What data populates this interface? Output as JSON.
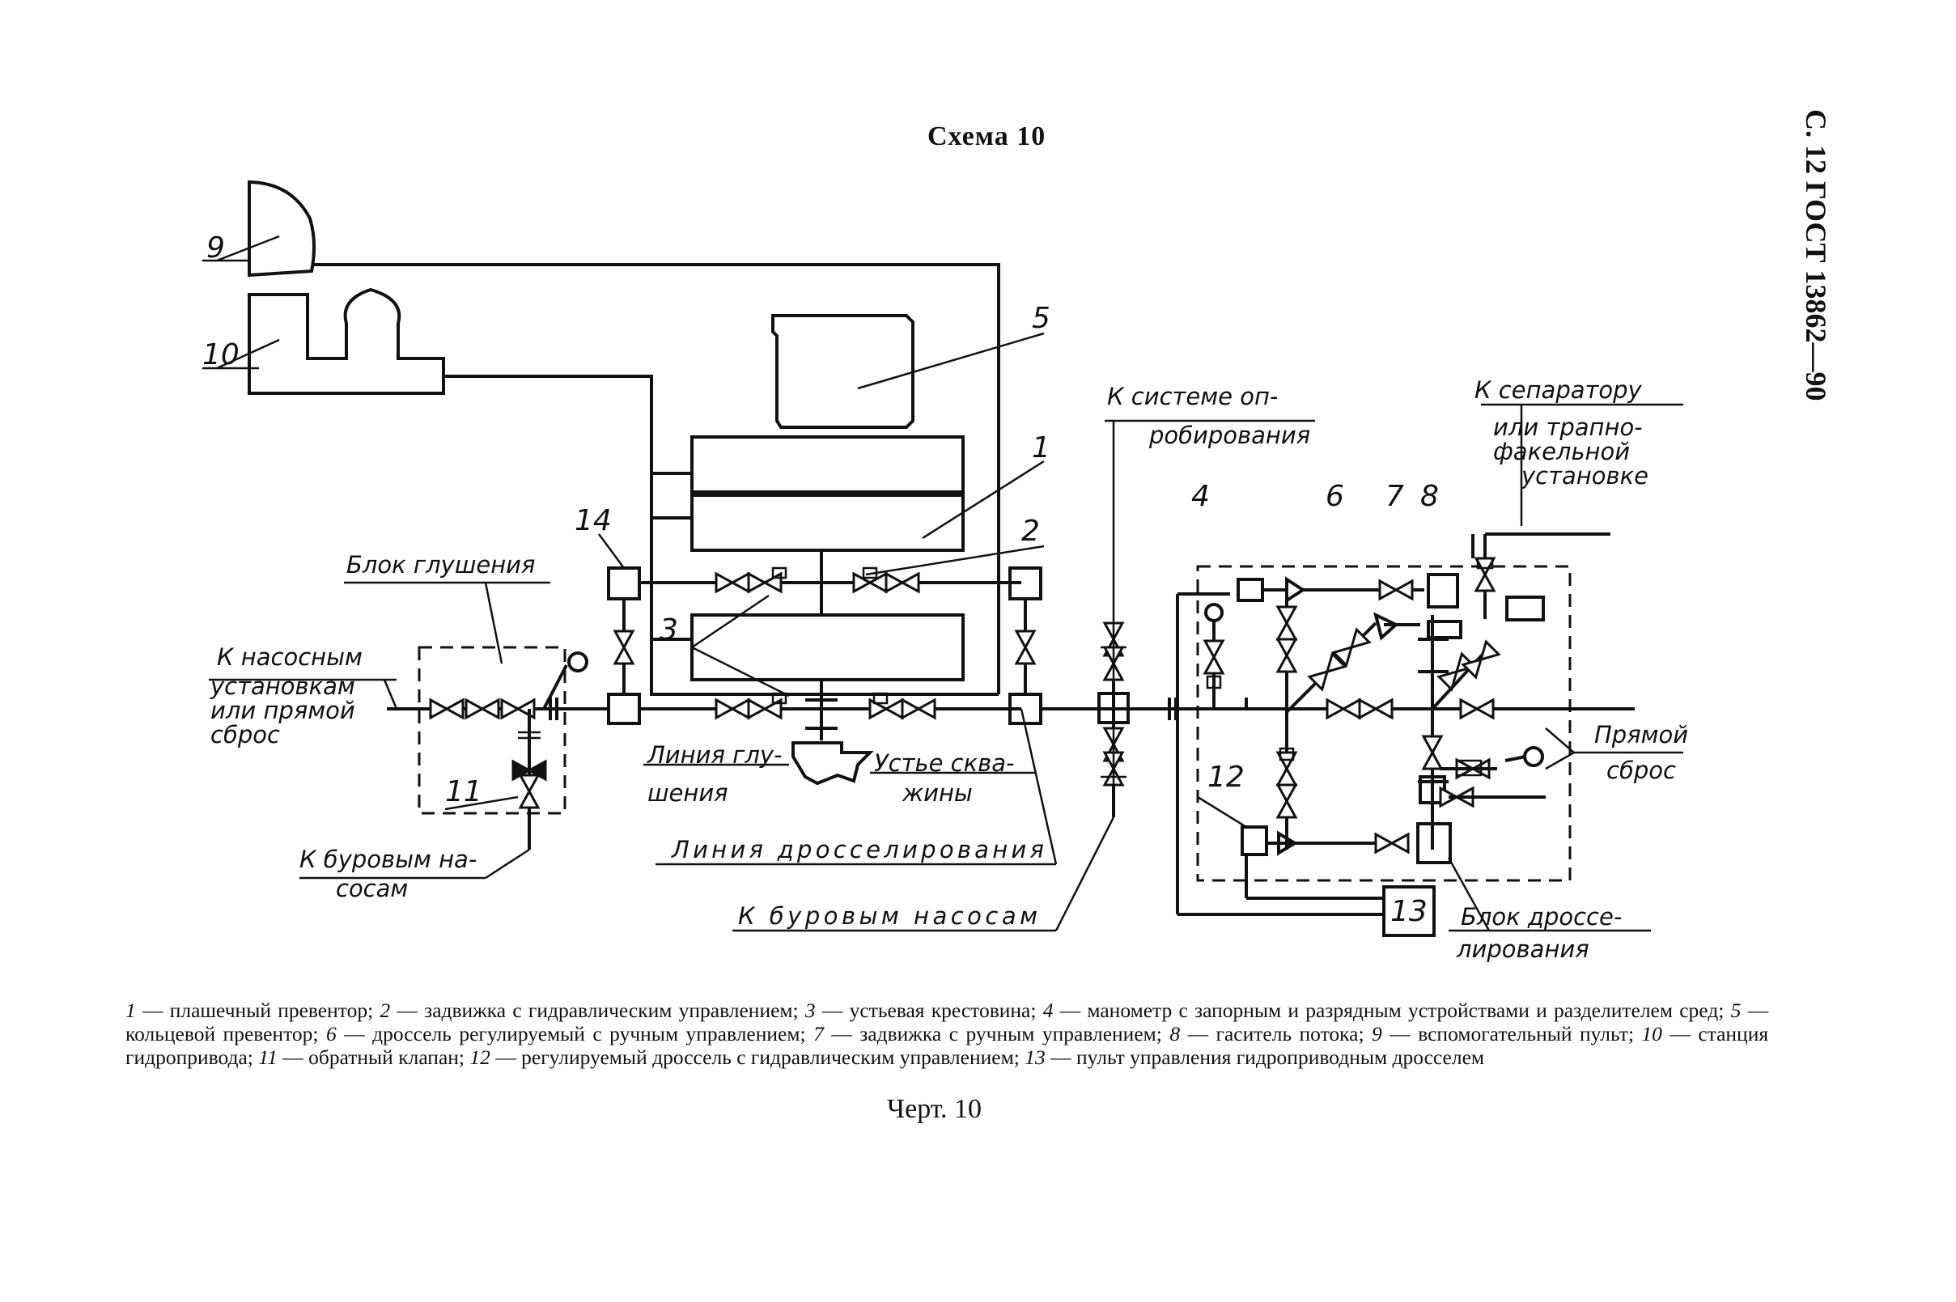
{
  "header": {
    "title": "Схема 10",
    "side_heading": "С. 12 ГОСТ 13862—90"
  },
  "labels": {
    "block_kill": "Блок глушения",
    "to_pump_units_1": "К насосным",
    "to_pump_units_2": "установкам",
    "to_pump_units_3": "или прямой",
    "to_pump_units_4": "сброс",
    "to_drill_pumps_left_1": "К буровым на-",
    "to_drill_pumps_left_2": "сосам",
    "kill_line_1": "Линия глу-",
    "kill_line_2": "шения",
    "wellhead_1": "Устье сква-",
    "wellhead_2": "жины",
    "choke_line": "Линия дросселирования",
    "to_drill_pumps_bottom": "К буровым насосам",
    "to_test_system_1": "К системе оп-",
    "to_test_system_2": "робирования",
    "to_separator_1": "К сепаратору",
    "to_separator_2": "или трапно-",
    "to_separator_3": "факельной",
    "to_separator_4": "установке",
    "direct_discharge_1": "Прямой",
    "direct_discharge_2": "сброс",
    "block_choke_1": "Блок дроссе-",
    "block_choke_2": "лирования"
  },
  "numbers": {
    "n1": "1",
    "n2": "2",
    "n3": "3",
    "n4": "4",
    "n5": "5",
    "n6": "6",
    "n7": "7",
    "n8": "8",
    "n9": "9",
    "n10": "10",
    "n11": "11",
    "n12": "12",
    "n13": "13",
    "n14": "14"
  },
  "legend": [
    {
      "num": "1",
      "text": "— плашечный превентор;"
    },
    {
      "num": "2",
      "text": "— задвижка с гидравлическим управлением;"
    },
    {
      "num": "3",
      "text": "— устьевая крестовина;"
    },
    {
      "num": "4",
      "text": "— манометр с запорным и разрядным устройствами и разделителем сред;"
    },
    {
      "num": "5",
      "text": "— кольцевой превентор;"
    },
    {
      "num": "6",
      "text": "— дроссель регулируемый с ручным управлением;"
    },
    {
      "num": "7",
      "text": "— задвижка с ручным управлением;"
    },
    {
      "num": "8",
      "text": "— гаситель потока;"
    },
    {
      "num": "9",
      "text": "— вспомогательный пульт;"
    },
    {
      "num": "10",
      "text": "— станция гидропривода;"
    },
    {
      "num": "11",
      "text": "— обратный клапан;"
    },
    {
      "num": "12",
      "text": "— регулируемый дроссель с гидравлическим управлением;"
    },
    {
      "num": "13",
      "text": "— пульт управления гидроприводным дросселем"
    }
  ],
  "caption": "Черт. 10"
}
